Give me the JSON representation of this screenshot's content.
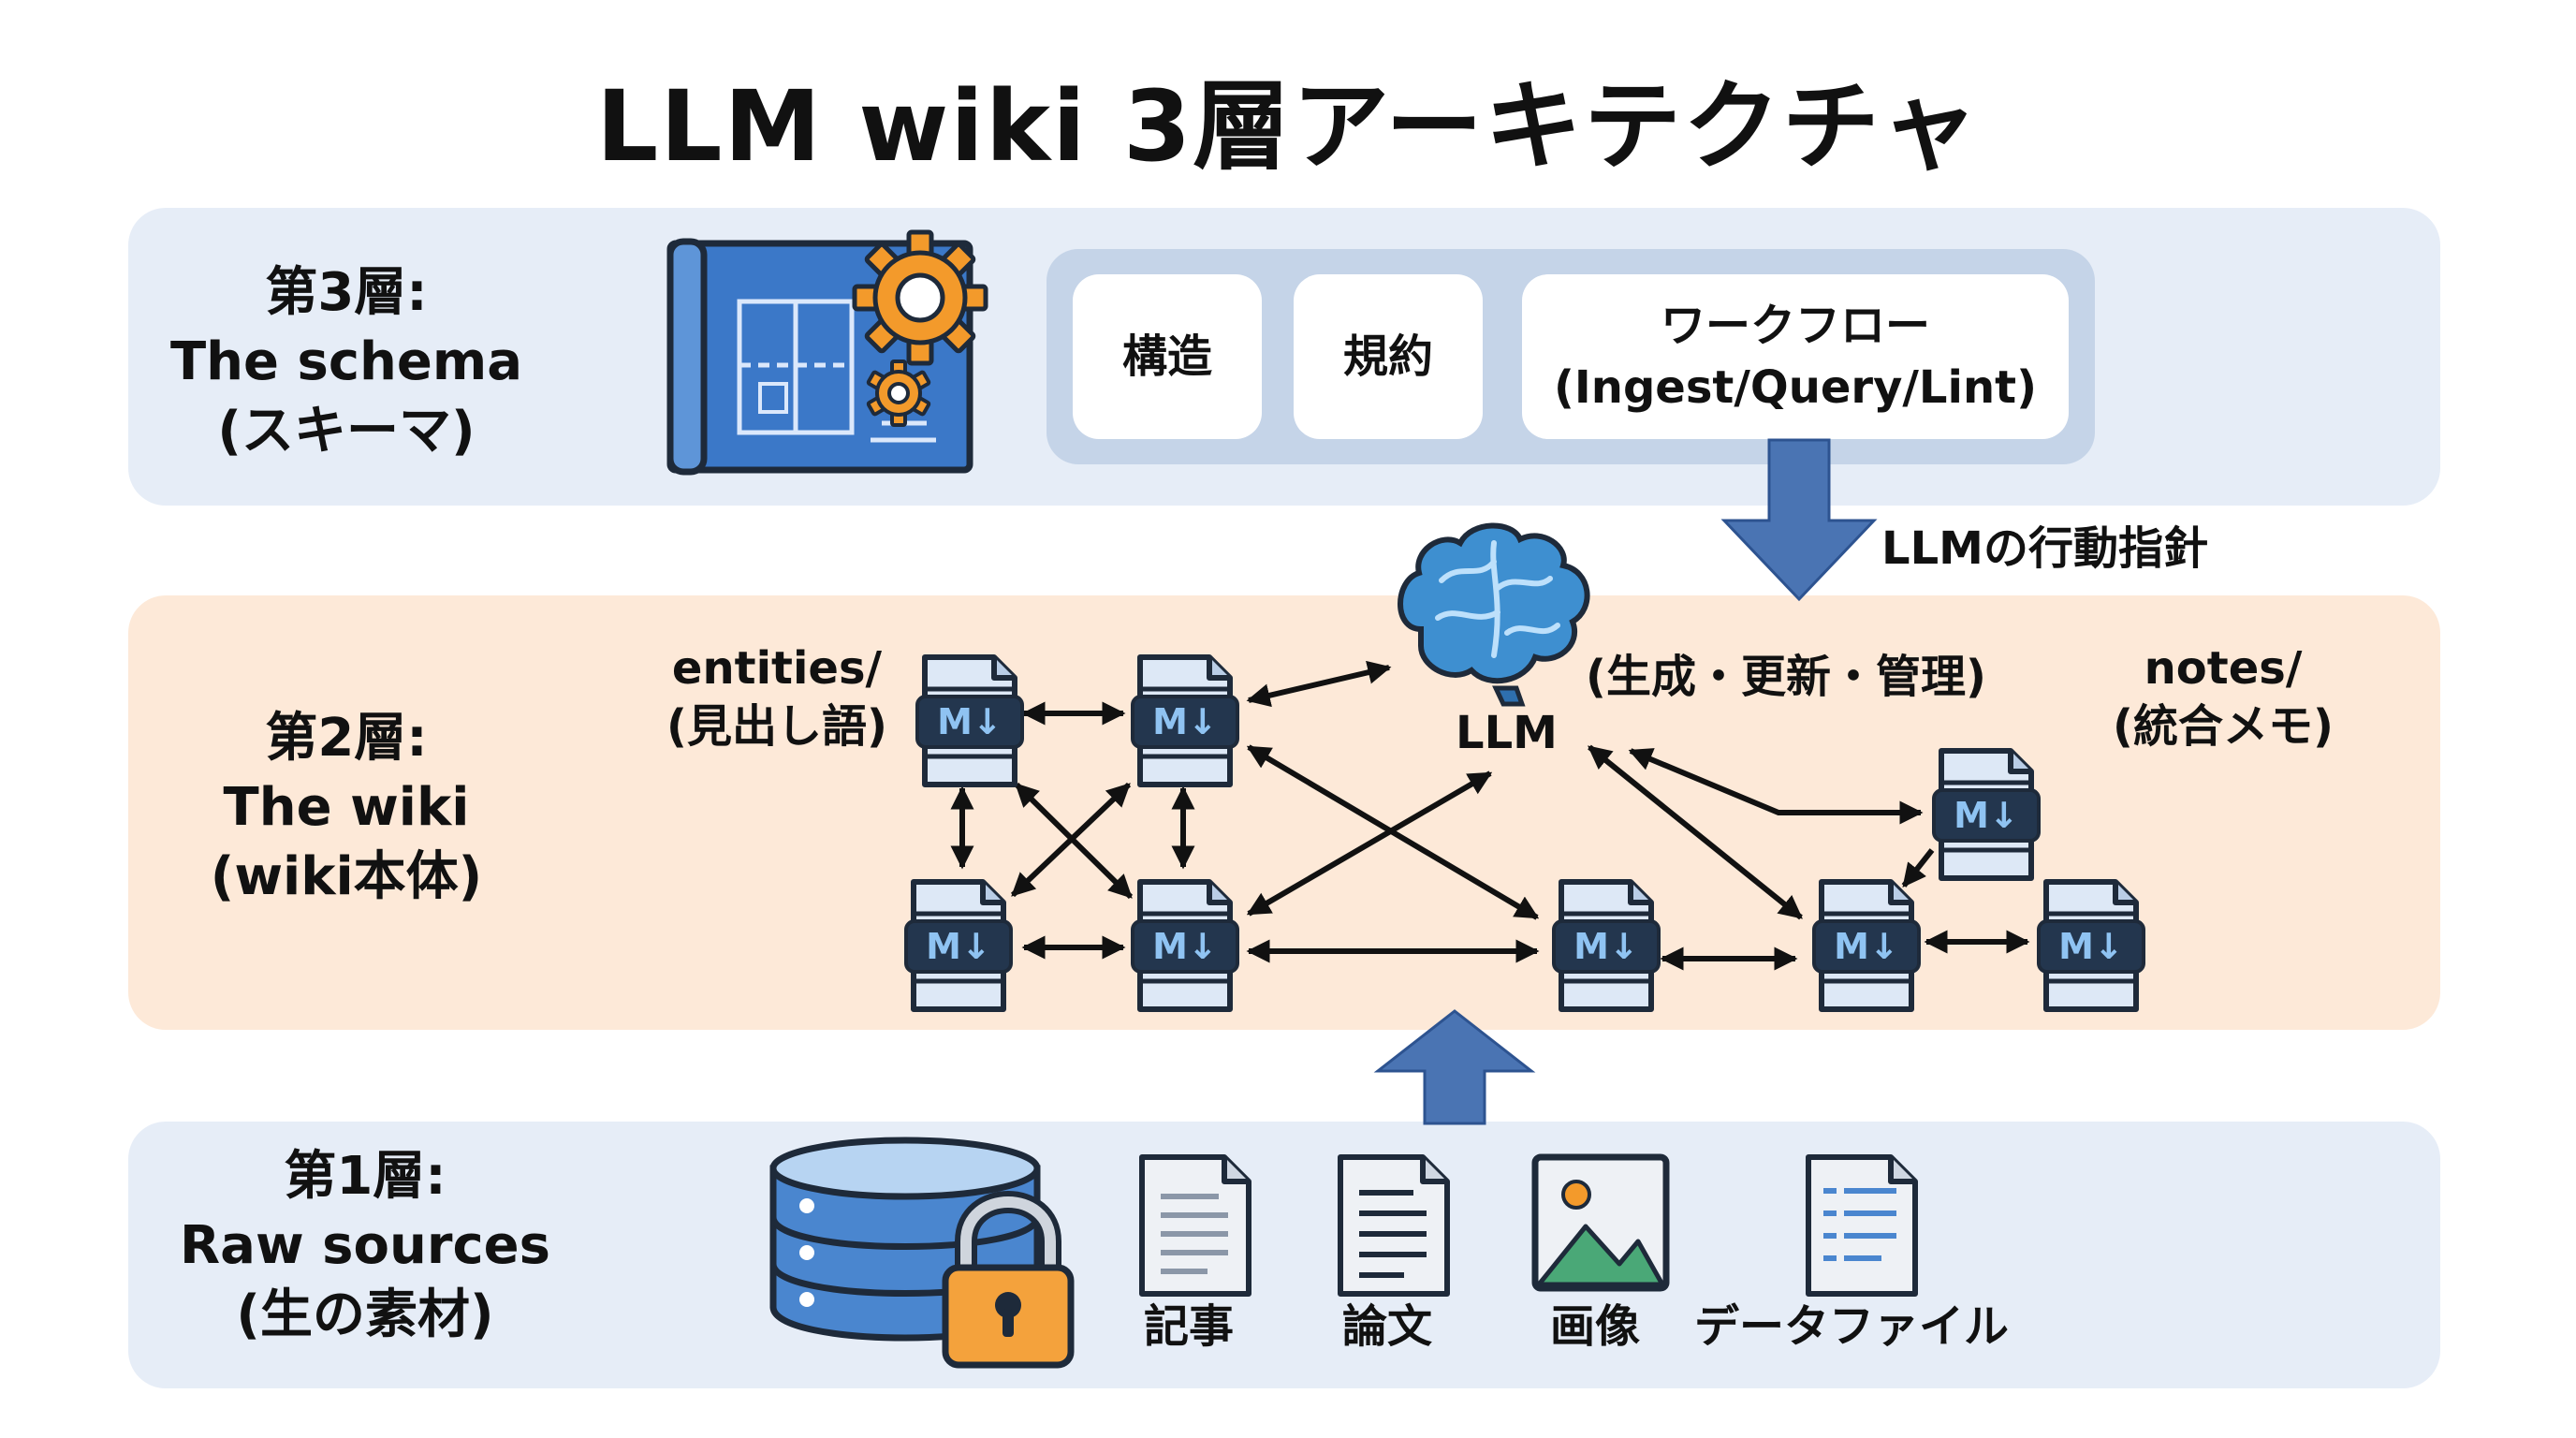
{
  "title": "LLM wiki 3層アーキテクチャ",
  "layers": {
    "schema": {
      "line1": "第3層:",
      "line2": "The schema",
      "line3": "(スキーマ)"
    },
    "wiki": {
      "line1": "第2層:",
      "line2": "The wiki",
      "line3": "(wiki本体)"
    },
    "raw": {
      "line1": "第1層:",
      "line2": "Raw sources",
      "line3": "(生の素材)"
    }
  },
  "schema_boxes": {
    "structure": "構造",
    "rules": "規約",
    "workflow": "ワークフロー",
    "workflow_sub": "(Ingest/Query/Lint)"
  },
  "arrow_label": "LLMの行動指針",
  "wiki": {
    "llm_label": "LLM",
    "llm_role": "(生成・更新・管理)",
    "entities_line1": "entities/",
    "entities_line2": "(見出し語)",
    "notes_line1": "notes/",
    "notes_line2": "(統合メモ)",
    "md_mark": "M↓"
  },
  "sources": {
    "article": "記事",
    "paper": "論文",
    "image": "画像",
    "datafile": "データファイル"
  },
  "colors": {
    "schema_band": "#e6edf7",
    "wiki_band": "#fde9d8",
    "arrow_blue": "#4a74b3",
    "gear_orange": "#f39a2b",
    "brain_blue": "#3e8fd0"
  },
  "icons": [
    "blueprint-gear-icon",
    "brain-icon",
    "database-lock-icon",
    "article-icon",
    "paper-icon",
    "image-icon",
    "datafile-icon",
    "markdown-file-icon"
  ]
}
